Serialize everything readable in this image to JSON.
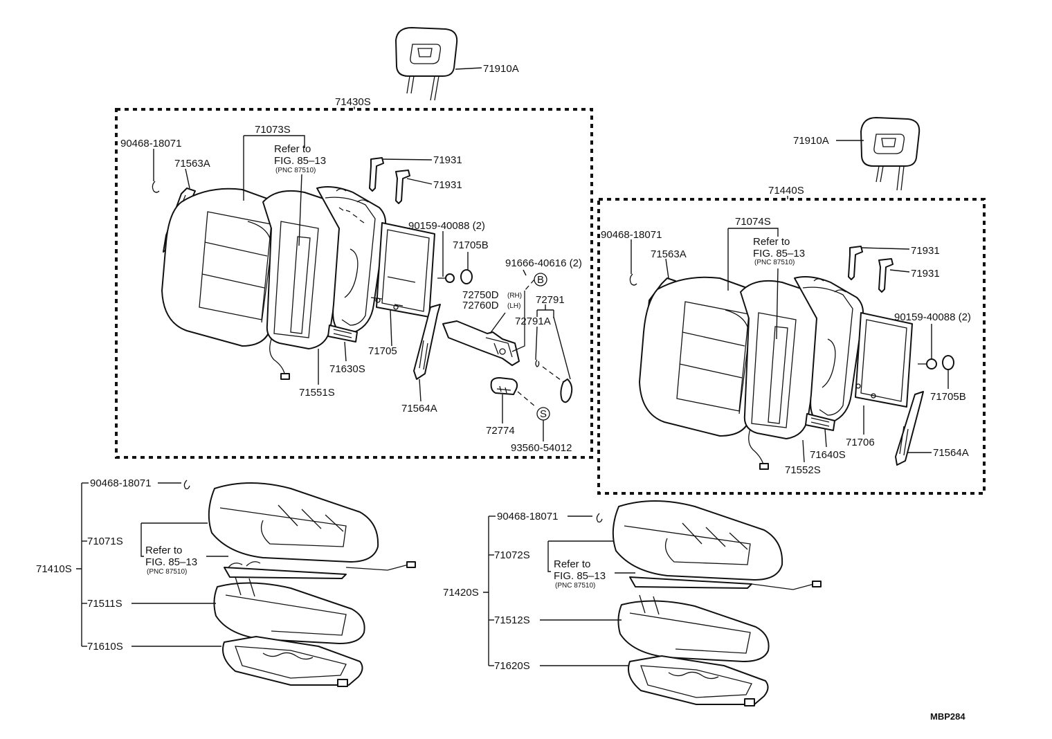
{
  "figure_code": "MBP284",
  "labels": {
    "headrest_left": "71910A",
    "headrest_right": "71910A",
    "back_assy_left": "71430S",
    "back_assy_right": "71440S",
    "hog_ring_bl": "90468-18071",
    "hog_ring_br": "90468-18071",
    "hog_ring_cl": "90468-18071",
    "hog_ring_cr": "90468-18071",
    "cover_back_left": "71073S",
    "cover_back_right": "71074S",
    "refer_to": "Refer to",
    "fig_ref": "FIG. 85–13",
    "pnc_ref": "(PNC 87510)",
    "hinge_cover_bl": "71563A",
    "hinge_cover_br": "71563A",
    "support_1": "71931",
    "support_2": "71931",
    "support_3": "71931",
    "support_4": "71931",
    "screw_left": "90159-40088 (2)",
    "screw_right": "90159-40088 (2)",
    "cap_left": "71705B",
    "cap_right": "71705B",
    "bolt": "91666-40616 (2)",
    "marker_b": "B",
    "marker_s": "S",
    "recliner_rh": "72750D",
    "recliner_lh": "72760D",
    "rh": "(RH)",
    "lh": "(LH)",
    "link": "72791",
    "link_a": "72791A",
    "frame_left": "71705",
    "frame_right": "71706",
    "spring_left": "71630S",
    "spring_right": "71640S",
    "pad_back_left": "71551S",
    "pad_back_right": "71552S",
    "side_cover_left": "71564A",
    "side_cover_right": "71564A",
    "knob": "72774",
    "knob_screw": "93560-54012",
    "cushion_assy_left": "71410S",
    "cushion_assy_right": "71420S",
    "cover_cushion_left": "71071S",
    "cover_cushion_right": "71072S",
    "pad_cushion_left": "71511S",
    "pad_cushion_right": "71512S",
    "frame_cushion_left": "71610S",
    "frame_cushion_right": "71620S"
  }
}
